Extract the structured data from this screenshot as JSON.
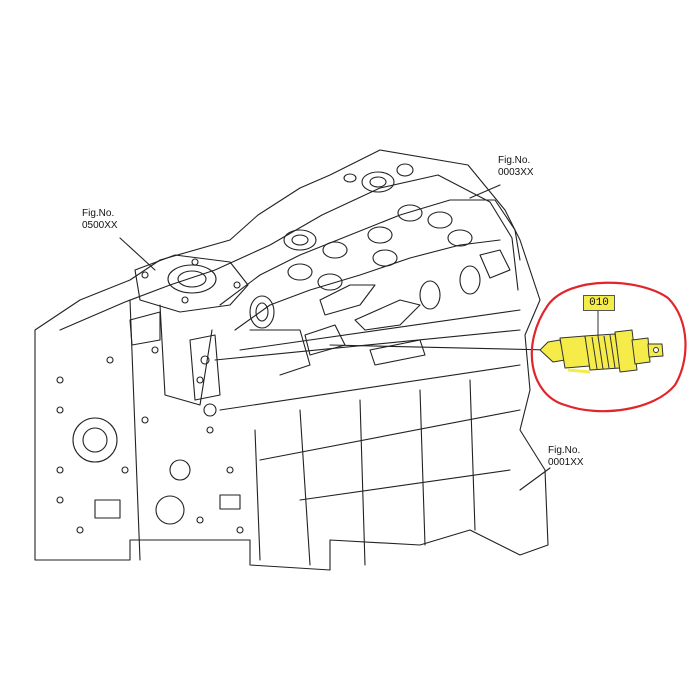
{
  "diagram": {
    "type": "exploded parts diagram",
    "callouts": [
      {
        "prefix": "Fig.No.",
        "number": "0003XX"
      },
      {
        "prefix": "Fig.No.",
        "number": "0500XX"
      },
      {
        "prefix": "Fig.No.",
        "number": "0001XX"
      }
    ],
    "part": {
      "number": "010",
      "highlight_color": "#f5ec4a",
      "circle_color": "#e0262b"
    }
  }
}
